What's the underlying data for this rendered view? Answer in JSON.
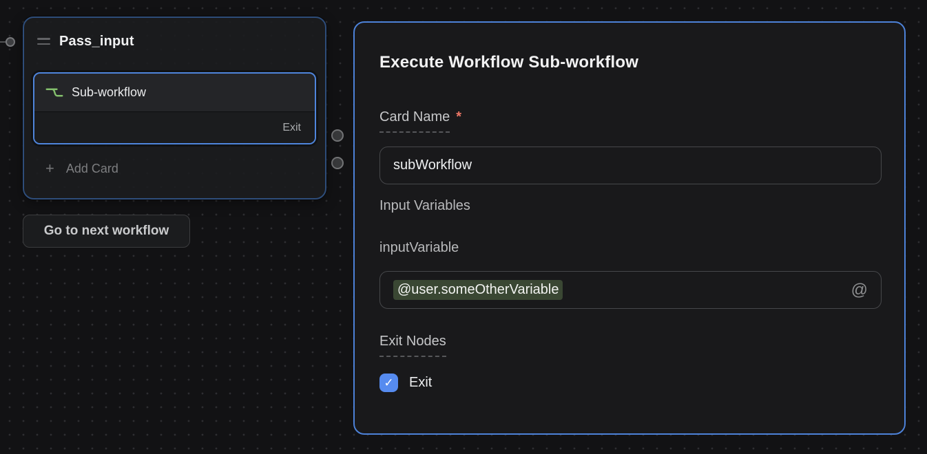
{
  "colors": {
    "canvas_bg": "#121214",
    "grid_dot": "#2e2e31",
    "node_border": "#2e4d7a",
    "selection_blue": "#4f85dc",
    "panel_border": "#4d82d9",
    "icon_green": "#84c06d",
    "required_red": "#ee7766",
    "token_bg": "#3a4733",
    "checkbox_blue": "#568bef"
  },
  "node": {
    "title": "Pass_input",
    "cards": [
      {
        "label": "Sub-workflow",
        "exit_port_label": "Exit"
      }
    ],
    "add_card": {
      "plus": "+",
      "label": "Add Card"
    }
  },
  "canvas_button": {
    "label": "Go to next workflow"
  },
  "panel": {
    "title": "Execute Workflow Sub-workflow",
    "card_name_field": {
      "label": "Card Name",
      "required_marker": "*",
      "value": "subWorkflow"
    },
    "input_variables_section": {
      "label": "Input Variables"
    },
    "variable_field": {
      "label": "inputVariable",
      "token_value": "@user.someOtherVariable",
      "mention_icon": "@"
    },
    "exit_nodes_section": {
      "label": "Exit Nodes"
    },
    "exit_checkbox": {
      "label": "Exit",
      "checked": true,
      "check_glyph": "✓"
    }
  }
}
